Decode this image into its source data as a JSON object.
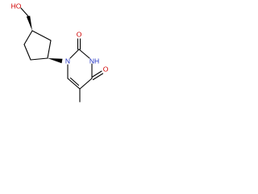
{
  "molecule": {
    "colors": {
      "carbon_bond": "#000000",
      "oxygen": "#d00000",
      "nitrogen": "#2030c0",
      "background": "#ffffff"
    },
    "atom_labels": {
      "hydroxyl": "HO",
      "carbonyl_o_top": "O",
      "carbonyl_o_right": "O",
      "ring_n1": "N",
      "ring_nh": "NH"
    }
  }
}
